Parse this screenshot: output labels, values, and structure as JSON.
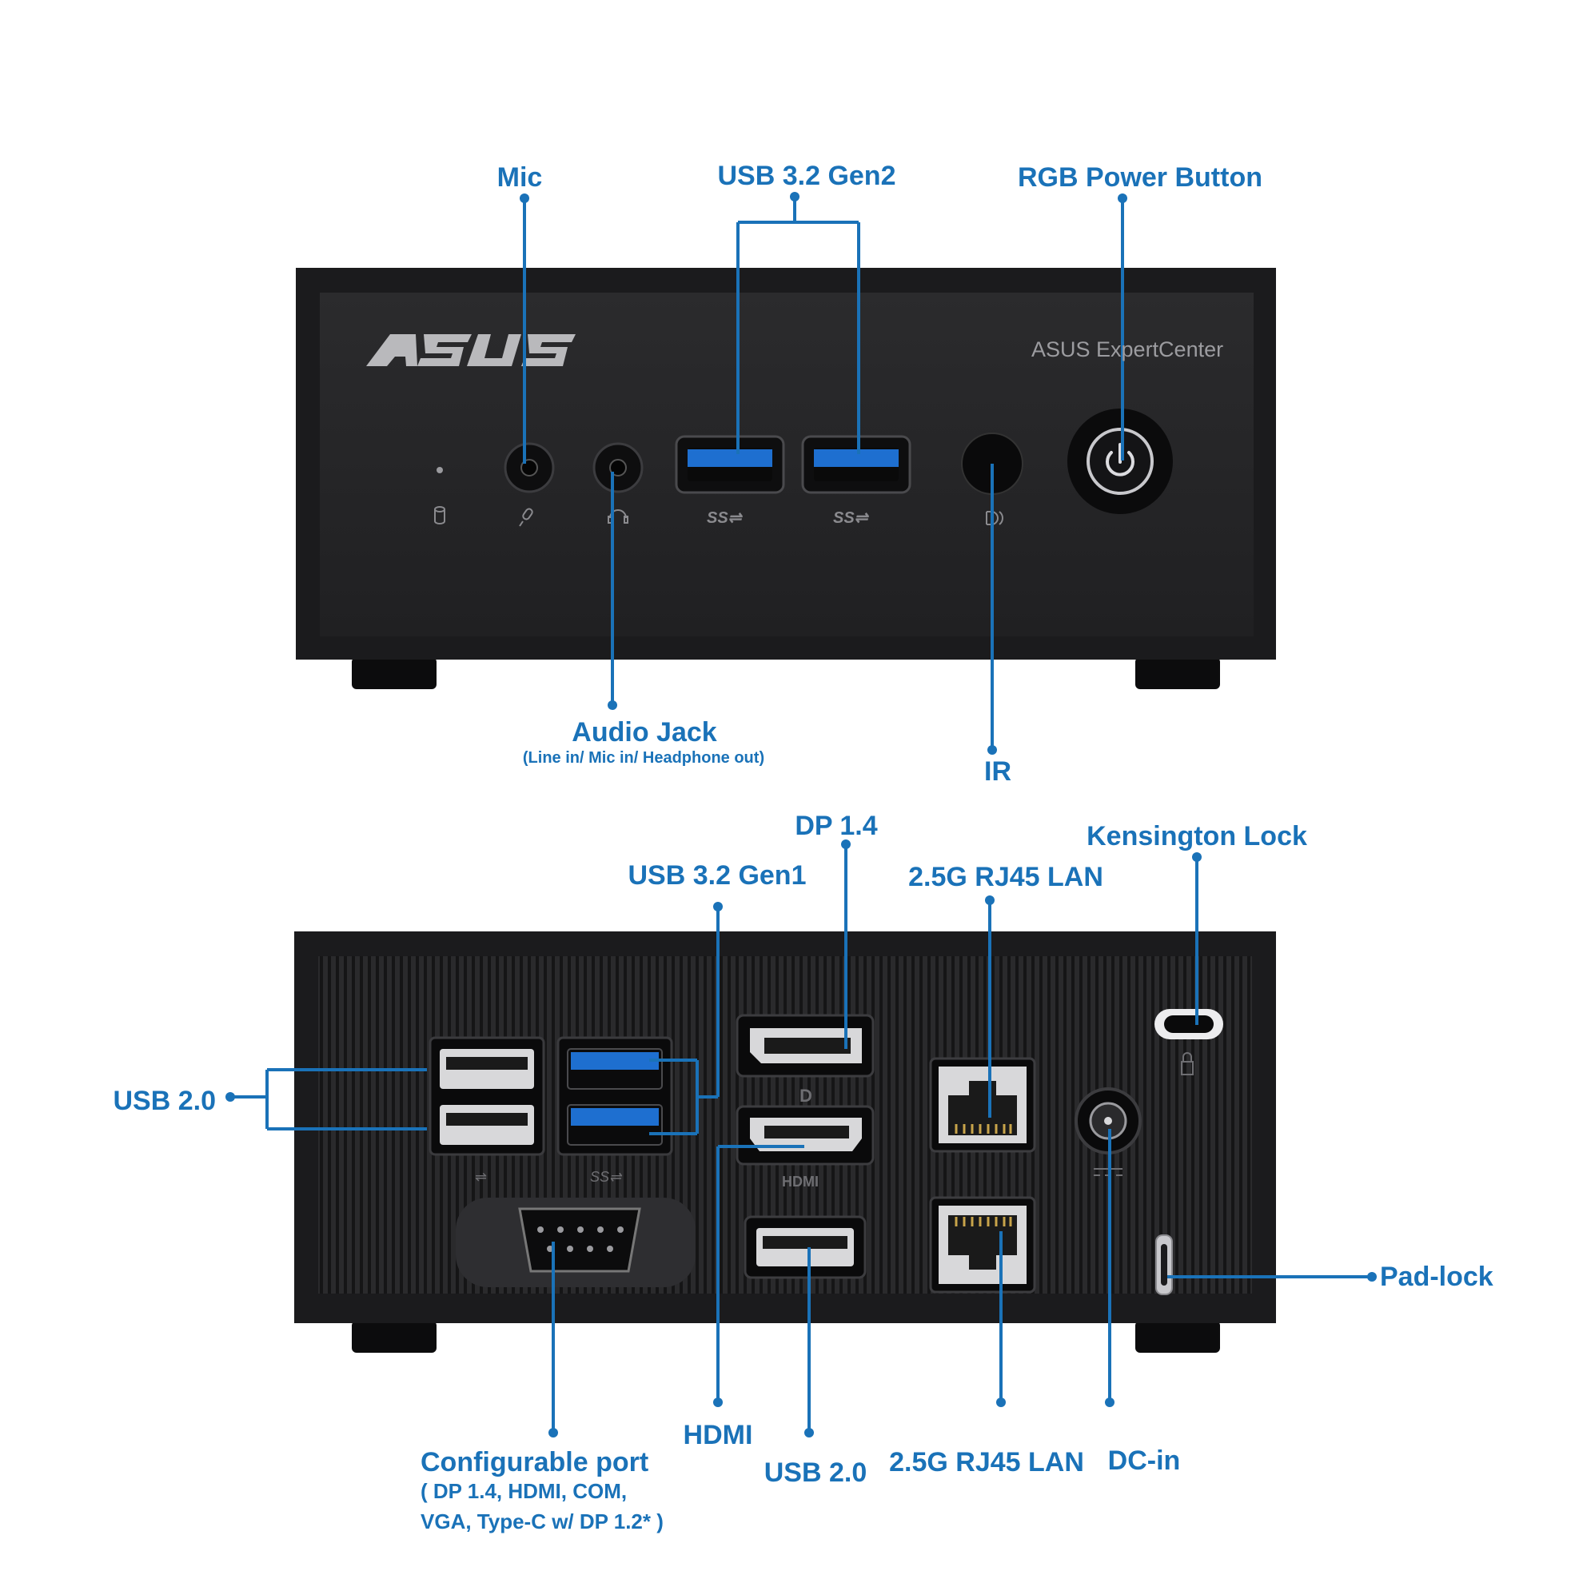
{
  "front": {
    "brand_logo": "ASUS",
    "model_text": "ASUS ExpertCenter",
    "port_icons": [
      "drive-led-icon",
      "mic-icon",
      "headset-icon",
      "ss10-usb-icon",
      "ss10-usb-icon",
      "ir-icon",
      "power-icon"
    ]
  },
  "rear": {
    "port_marks": {
      "dp": "D",
      "hdmi": "HDMI",
      "dc": "DC-in-icon",
      "usb2": "usb-icon",
      "ss": "ss-usb-icon"
    }
  },
  "labels": {
    "mic": "Mic",
    "usb32gen2": "USB 3.2 Gen2",
    "rgb_power": "RGB Power Button",
    "audio_jack": "Audio Jack",
    "audio_jack_sub": "(Line in/ Mic in/ Headphone out)",
    "ir": "IR",
    "dp14": "DP 1.4",
    "usb32gen1": "USB 3.2 Gen1",
    "kensington": "Kensington Lock",
    "lan_top": "2.5G RJ45 LAN",
    "usb20_left": "USB 2.0",
    "padlock": "Pad-lock",
    "hdmi": "HDMI",
    "configurable": "Configurable port",
    "configurable_sub1": "( DP 1.4, HDMI, COM,",
    "configurable_sub2": "VGA, Type-C w/ DP 1.2* )",
    "usb20_bottom": "USB 2.0",
    "lan_bottom": "2.5G RJ45 LAN",
    "dc_in": "DC-in"
  },
  "colors": {
    "callout": "#1a72b8",
    "chassis": "#1b1b1d",
    "usb3_blue": "#1e6fd0"
  }
}
